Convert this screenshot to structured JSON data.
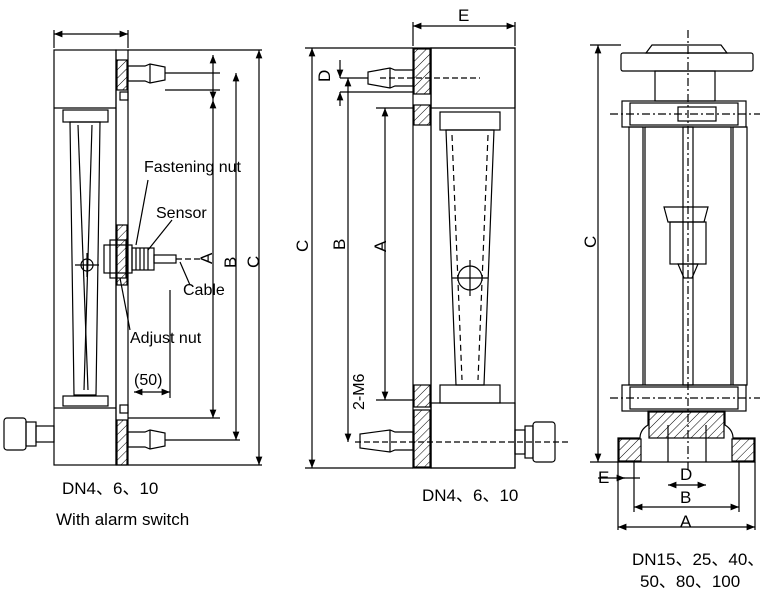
{
  "left_view": {
    "labels": {
      "fastening_nut": "Fastening nut",
      "sensor": "Sensor",
      "cable": "Cable",
      "adjust_nut": "Adjust nut",
      "dim_50": "(50)",
      "dim_a": "A",
      "dim_b": "B",
      "dim_c": "C"
    },
    "caption": "DN4、6、10",
    "caption2": "With alarm switch"
  },
  "middle_view": {
    "labels": {
      "dim_e": "E",
      "dim_d": "D",
      "dim_c": "C",
      "dim_b": "B",
      "dim_a": "A",
      "thread": "2-M6"
    },
    "caption": "DN4、6、10"
  },
  "right_view": {
    "labels": {
      "dim_c": "C",
      "dim_e": "E",
      "dim_d": "D",
      "dim_b": "B",
      "dim_a": "A"
    },
    "caption_line1": "DN15、25、40、",
    "caption_line2": "50、80、100"
  }
}
